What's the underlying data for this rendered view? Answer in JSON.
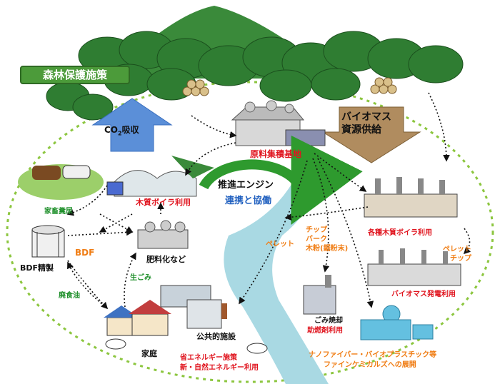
{
  "labels": {
    "forest_policy": "森林保護施策",
    "co2": "CO",
    "co2_sub": "2",
    "co2_absorb": "吸収",
    "biomass_line1": "バイオマス",
    "biomass_line2": "資源供給",
    "base": "原料集積基地",
    "engine": "推進エンジン",
    "cooperation": "連携と協働",
    "wood_boiler_use": "木質ボイラ利用",
    "livestock": "家畜糞尿",
    "bdf": "BDF",
    "bdf_refine": "BDF精製",
    "fertilizer": "肥料化など",
    "garbage": "生ごみ",
    "waste_oil": "廃食油",
    "home": "家庭",
    "public_facility": "公共的施設",
    "energy_line1": "省エネルギー施策",
    "energy_line2": "新・自然エネルギー利用",
    "chip_line1": "チップ",
    "chip_line2": "バーク",
    "chip_line3": "木粉(鋸粉末)",
    "pellet": "ペレット",
    "various_boiler": "各種木質ボイラ利用",
    "pellet_chip_line1": "ペレット",
    "pellet_chip_line2": "チップ",
    "biomass_power": "バイオマス発電利用",
    "incineration": "ごみ焼却",
    "combustion_aid": "助燃剤利用",
    "nano_line1": "ナノファイバー・バイオプラスチック等",
    "nano_line2": "ファインケミカルズへの展開"
  },
  "colors": {
    "forest_policy_bg": "#4c9b3a",
    "arrow_blue": "#5b8fd8",
    "arrow_brown": "#b08c5f",
    "engine_green": "#2e9a2e",
    "river": "#a9d9e3",
    "accent_red": "#e0141e",
    "accent_orange": "#f07d14",
    "accent_green": "#1e8f2a"
  }
}
